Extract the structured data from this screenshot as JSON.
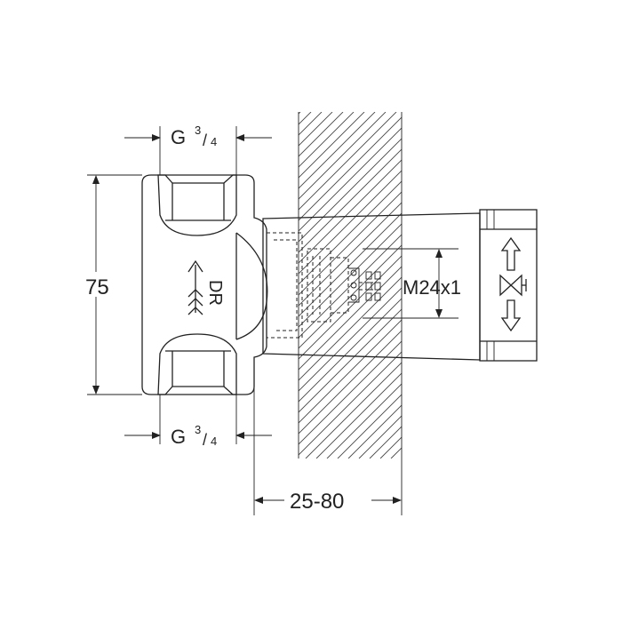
{
  "dimensions": {
    "thread_top": {
      "prefix": "G",
      "fraction_num": "3",
      "fraction_den": "4"
    },
    "thread_bottom": {
      "prefix": "G",
      "fraction_num": "3",
      "fraction_den": "4"
    },
    "height": "75",
    "connection_thread": "M24x1",
    "wall_depth": "25-80"
  },
  "body_marking": "DR",
  "colors": {
    "line": "#222222",
    "body_fill": "#ffffff",
    "background": "#ffffff"
  },
  "icons": [
    "flow-direction-arrow-icon",
    "valve-open-close-symbol-icon"
  ]
}
